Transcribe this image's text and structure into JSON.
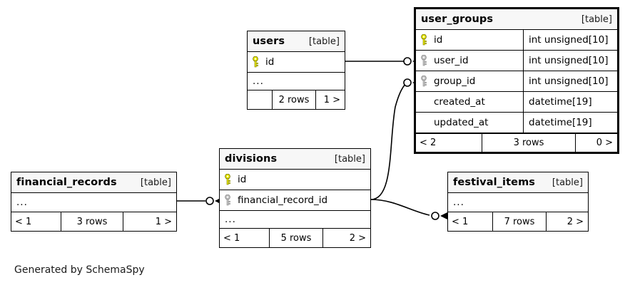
{
  "diagram": {
    "generator_note": "Generated by SchemaSpy",
    "table_tag": "[table]",
    "ellipsis": "...",
    "colors": {
      "primary_key": "#e8e800",
      "foreign_key": "#b8b8b8",
      "border": "#000000",
      "header_bg": "#f7f7f7",
      "background": "#ffffff"
    }
  },
  "tables": [
    {
      "id": "user_groups",
      "name": "user_groups",
      "tag": "[table]",
      "focal": true,
      "columns": [
        {
          "name": "id",
          "type": "int unsigned[10]",
          "key": "primary"
        },
        {
          "name": "user_id",
          "type": "int unsigned[10]",
          "key": "foreign"
        },
        {
          "name": "group_id",
          "type": "int unsigned[10]",
          "key": "foreign"
        },
        {
          "name": "created_at",
          "type": "datetime[19]",
          "key": "none"
        },
        {
          "name": "updated_at",
          "type": "datetime[19]",
          "key": "none"
        }
      ],
      "has_ellipsis": false,
      "footer": {
        "left": "< 2",
        "middle": "3 rows",
        "right": "0 >"
      }
    },
    {
      "id": "users",
      "name": "users",
      "tag": "[table]",
      "focal": false,
      "columns": [
        {
          "name": "id",
          "type": "",
          "key": "primary"
        }
      ],
      "has_ellipsis": true,
      "footer": {
        "left": "",
        "middle": "2 rows",
        "right": "1 >"
      }
    },
    {
      "id": "divisions",
      "name": "divisions",
      "tag": "[table]",
      "focal": false,
      "columns": [
        {
          "name": "id",
          "type": "",
          "key": "primary"
        },
        {
          "name": "financial_record_id",
          "type": "",
          "key": "foreign"
        }
      ],
      "has_ellipsis": true,
      "footer": {
        "left": "< 1",
        "middle": "5 rows",
        "right": "2 >"
      }
    },
    {
      "id": "financial_records",
      "name": "financial_records",
      "tag": "[table]",
      "focal": false,
      "columns": [],
      "has_ellipsis": true,
      "footer": {
        "left": "< 1",
        "middle": "3 rows",
        "right": "1 >"
      }
    },
    {
      "id": "festival_items",
      "name": "festival_items",
      "tag": "[table]",
      "focal": false,
      "columns": [],
      "has_ellipsis": true,
      "footer": {
        "left": "< 1",
        "middle": "7 rows",
        "right": "2 >"
      }
    }
  ],
  "relationships": [
    {
      "from": "users.id",
      "to": "user_groups.user_id"
    },
    {
      "from": "divisions.id",
      "to": "user_groups.group_id"
    },
    {
      "from": "divisions.id",
      "to": "festival_items"
    },
    {
      "from": "financial_records",
      "to": "divisions.financial_record_id"
    }
  ]
}
